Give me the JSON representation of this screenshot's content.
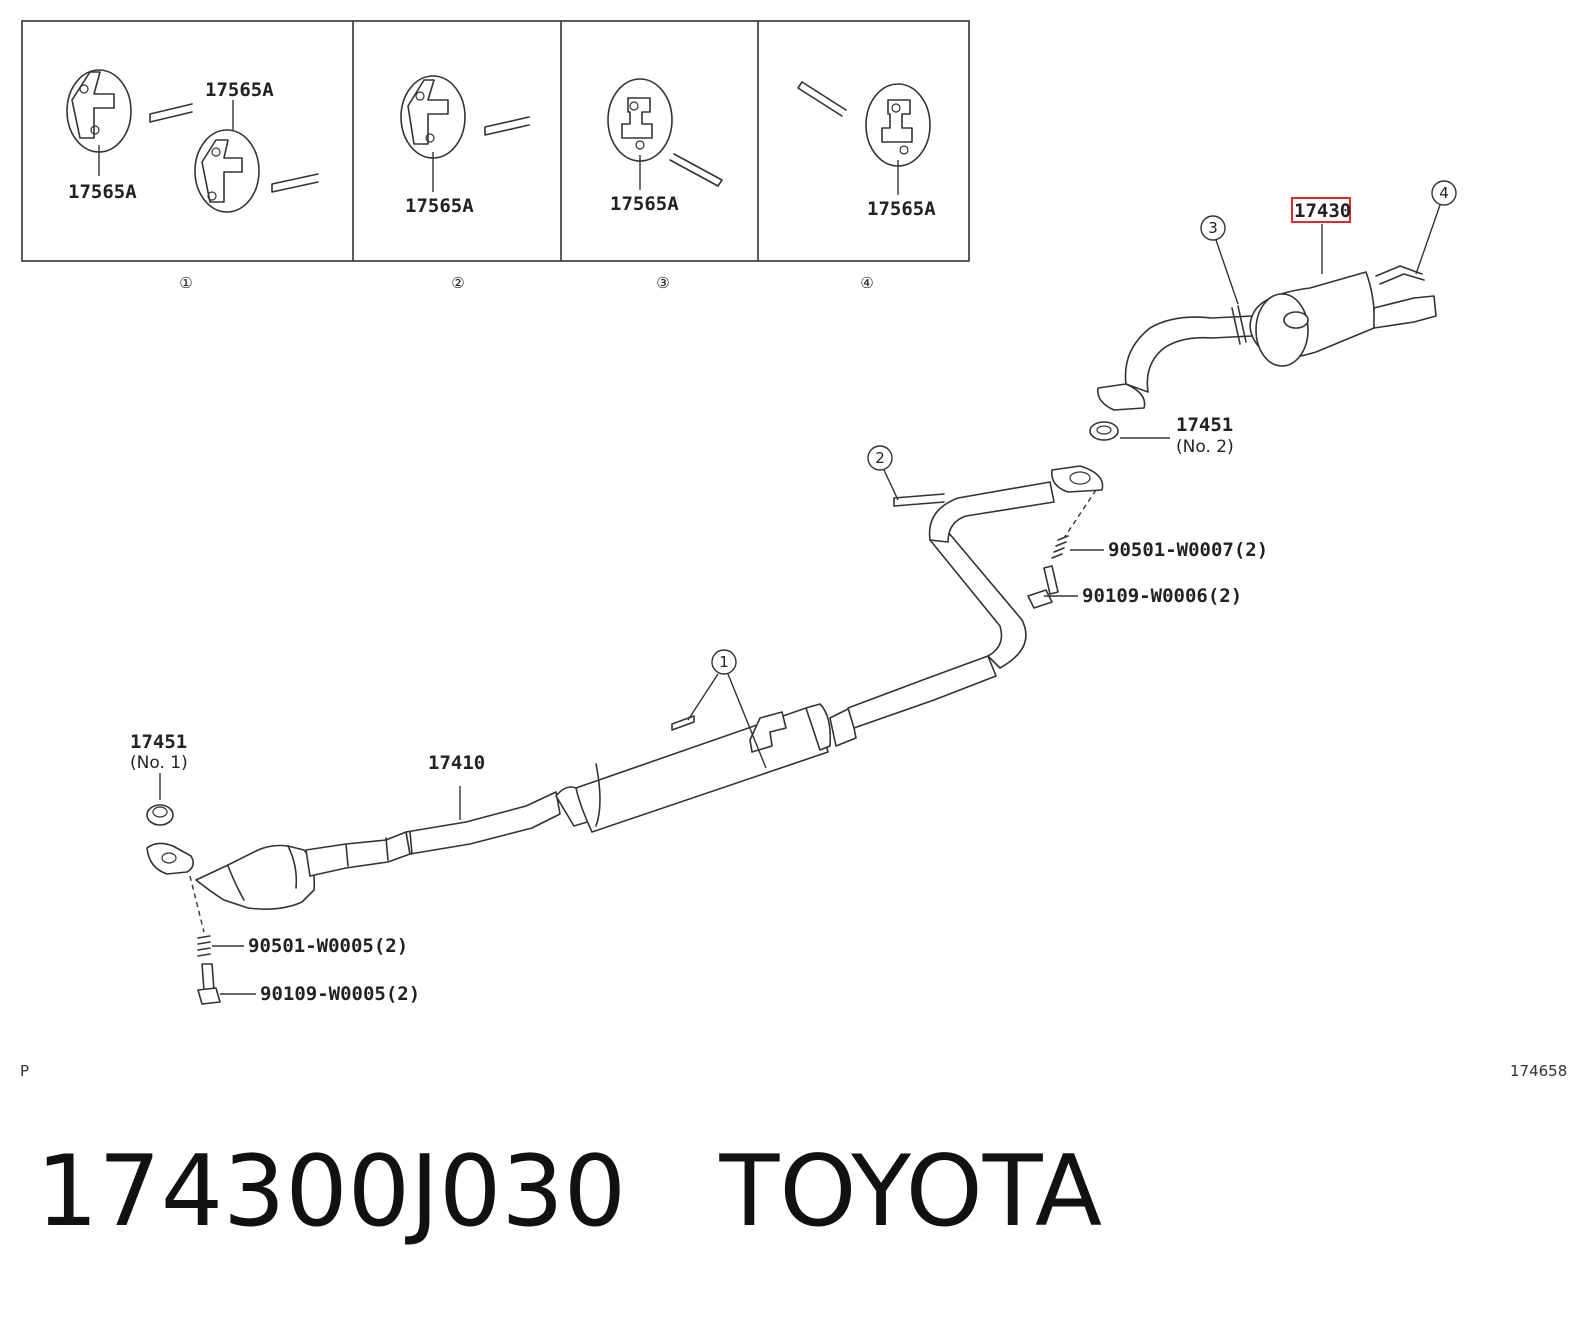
{
  "panels": {
    "p1": {
      "label_a": "17565A",
      "label_b": "17565A",
      "number": "①"
    },
    "p2": {
      "label": "17565A",
      "number": "②"
    },
    "p3": {
      "label": "17565A",
      "number": "③"
    },
    "p4": {
      "label": "17565A",
      "number": "④"
    }
  },
  "callouts": {
    "c1": "1",
    "c2": "2",
    "c3": "3",
    "c4": "4"
  },
  "parts": {
    "tail_pipe": "17430",
    "center_pipe": "17410",
    "gasket_front": {
      "number": "17451",
      "note": "(No. 1)"
    },
    "gasket_rear": {
      "number": "17451",
      "note": "(No. 2)"
    },
    "spring_front": "90501-W0005(2)",
    "bolt_front": "90109-W0005(2)",
    "spring_rear": "90501-W0007(2)",
    "bolt_rear": "90109-W0006(2)"
  },
  "footer": {
    "left_mark": "P",
    "diagram_code": "174658"
  },
  "title": {
    "part_number": "174300J030",
    "brand": "TOYOTA",
    "text": "174300J030   TOYOTA"
  },
  "colors": {
    "highlight": "#e0292f",
    "ink": "#333333"
  }
}
